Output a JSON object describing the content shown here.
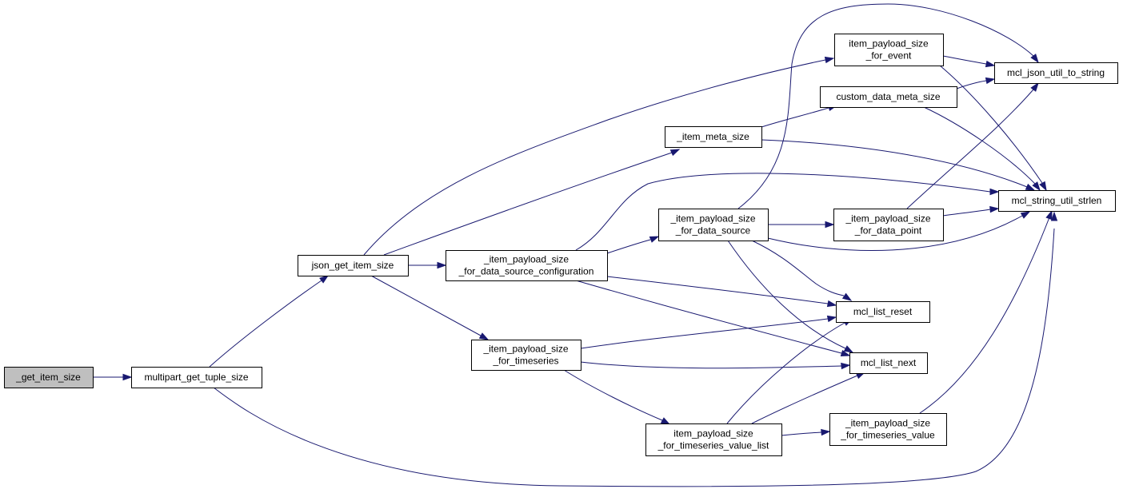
{
  "colors": {
    "edge": "#191970",
    "node_fill": "#ffffff",
    "root_fill": "#bfbfbf",
    "border": "#000000"
  },
  "nodes": {
    "get_item_size": [
      "_get_item_size"
    ],
    "multipart_get_tuple_size": [
      "multipart_get_tuple_size"
    ],
    "json_get_item_size": [
      "json_get_item_size"
    ],
    "item_payload_size_for_data_source_configuration": [
      "_item_payload_size",
      "_for_data_source_configuration"
    ],
    "item_payload_size_for_timeseries": [
      "_item_payload_size",
      "_for_timeseries"
    ],
    "item_payload_size_for_timeseries_value_list": [
      "item_payload_size",
      "_for_timeseries_value_list"
    ],
    "item_meta_size": [
      "_item_meta_size"
    ],
    "item_payload_size_for_event": [
      "item_payload_size",
      "_for_event"
    ],
    "custom_data_meta_size": [
      "custom_data_meta_size"
    ],
    "item_payload_size_for_data_source": [
      "_item_payload_size",
      "_for_data_source"
    ],
    "item_payload_size_for_data_point": [
      "_item_payload_size",
      "_for_data_point"
    ],
    "mcl_list_reset": [
      "mcl_list_reset"
    ],
    "mcl_list_next": [
      "mcl_list_next"
    ],
    "item_payload_size_for_timeseries_value": [
      "_item_payload_size",
      "_for_timeseries_value"
    ],
    "mcl_json_util_to_string": [
      "mcl_json_util_to_string"
    ],
    "mcl_string_util_strlen": [
      "mcl_string_util_strlen"
    ]
  }
}
